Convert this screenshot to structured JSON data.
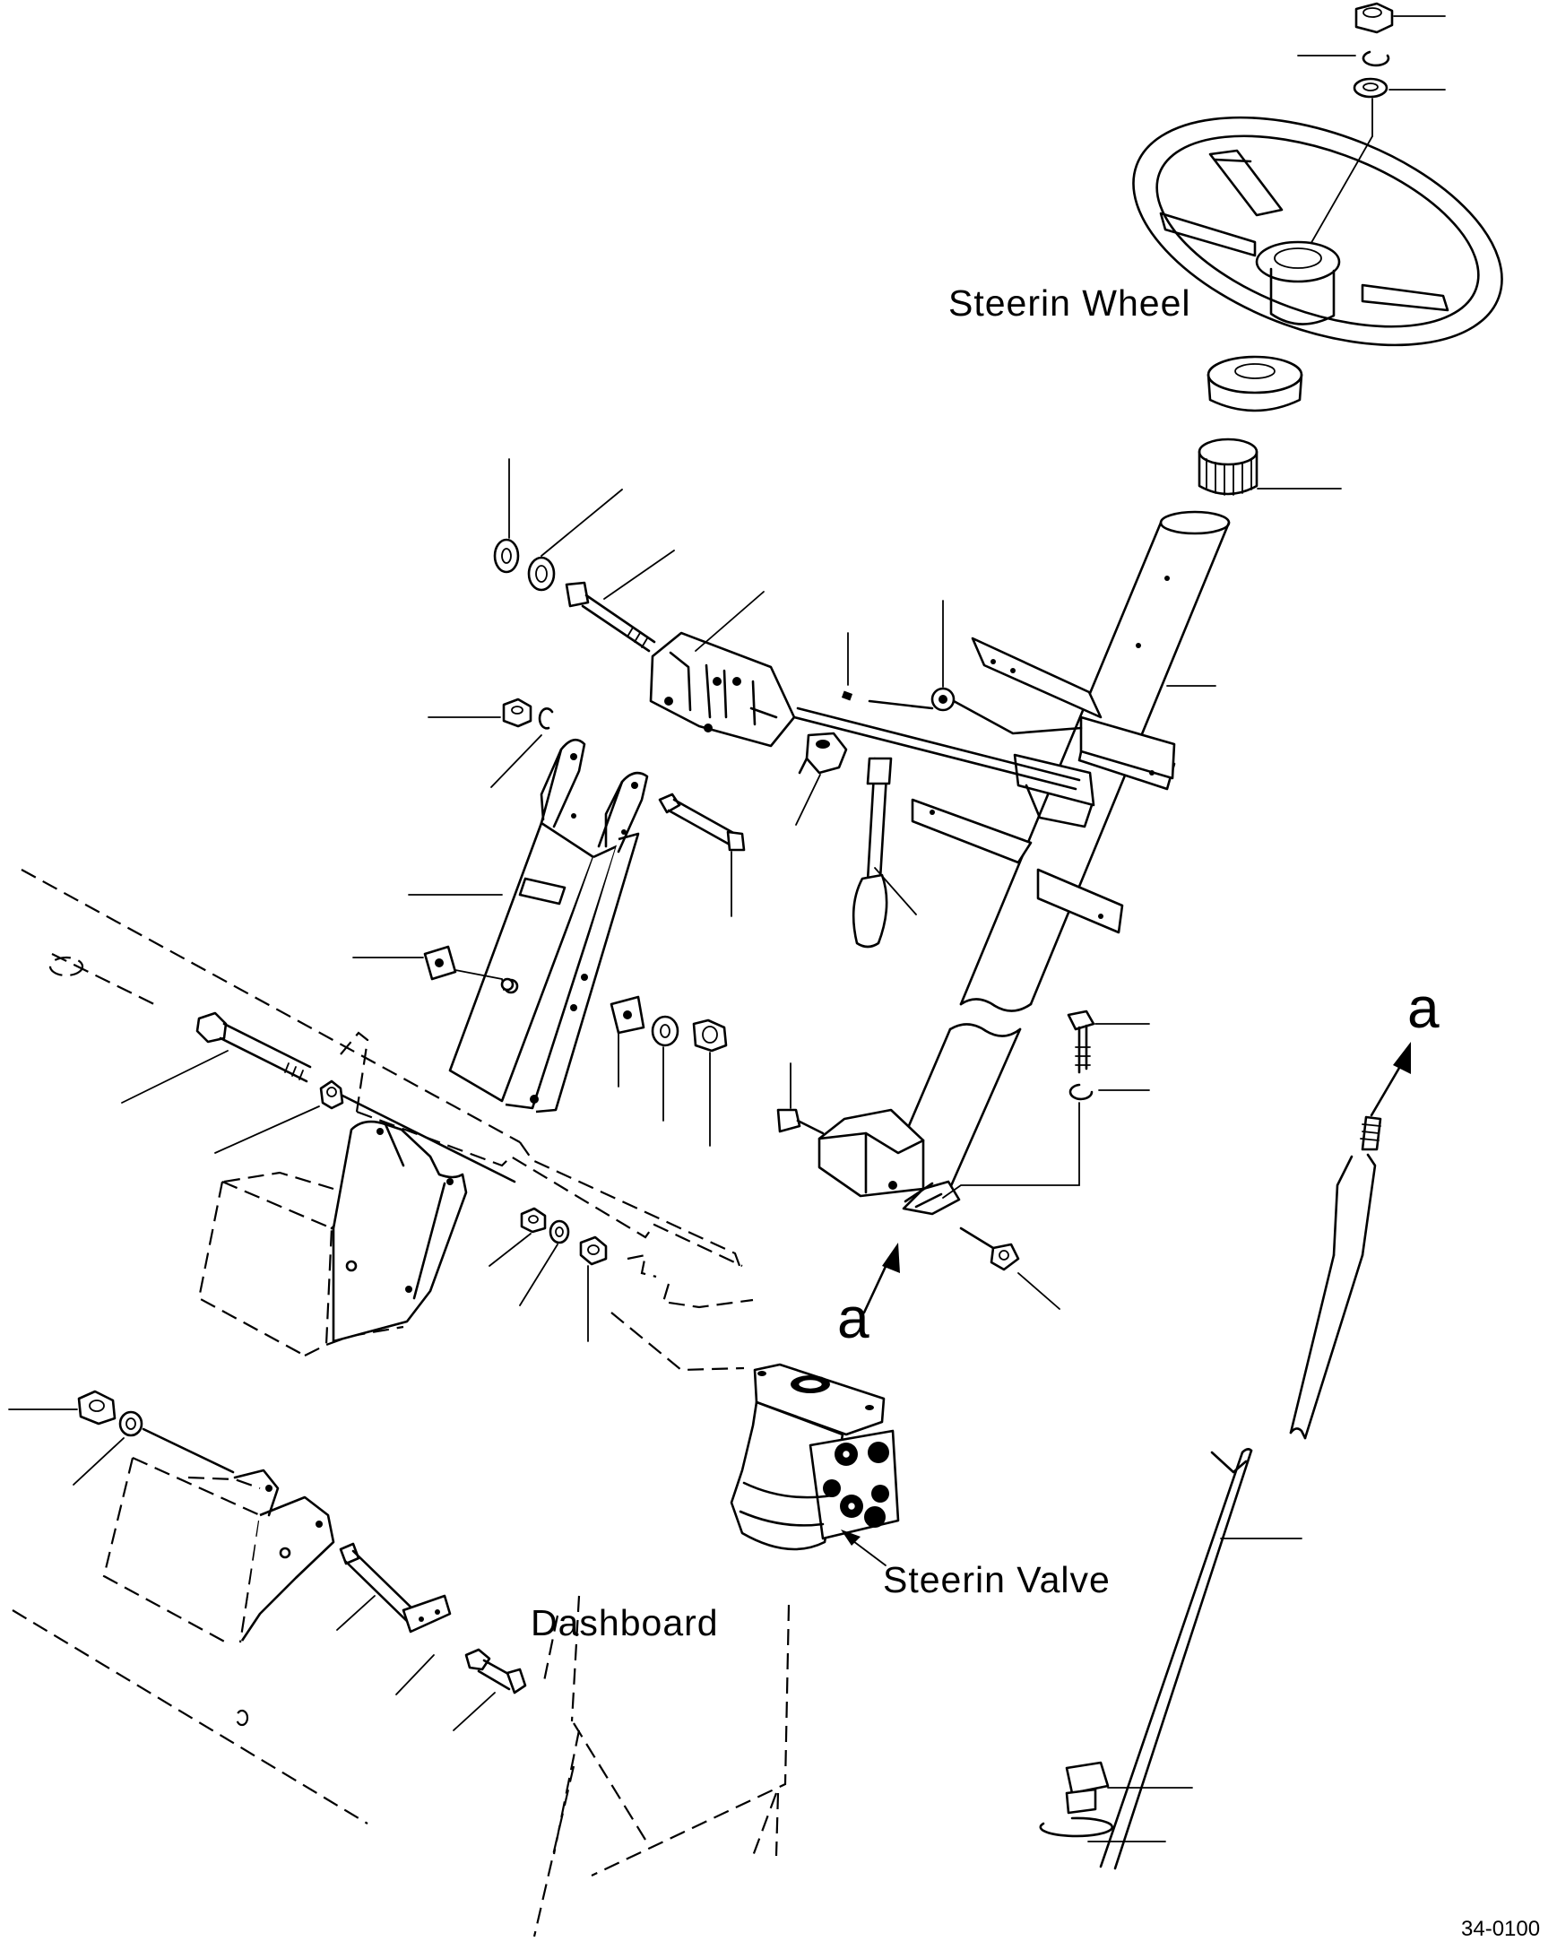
{
  "labels": {
    "steering_wheel": "Steerin   Wheel",
    "steering_valve": "Steerin   Valve",
    "dashboard": "Dashboard",
    "ref_a_top": "a",
    "ref_a_bottom": "a",
    "figure_code": "34-0100"
  },
  "icons": [
    "nut-icon",
    "washer-icon",
    "bolt-icon",
    "bracket-icon",
    "column-tube-icon",
    "shaft-icon",
    "steering-wheel-icon",
    "steering-valve-icon"
  ]
}
